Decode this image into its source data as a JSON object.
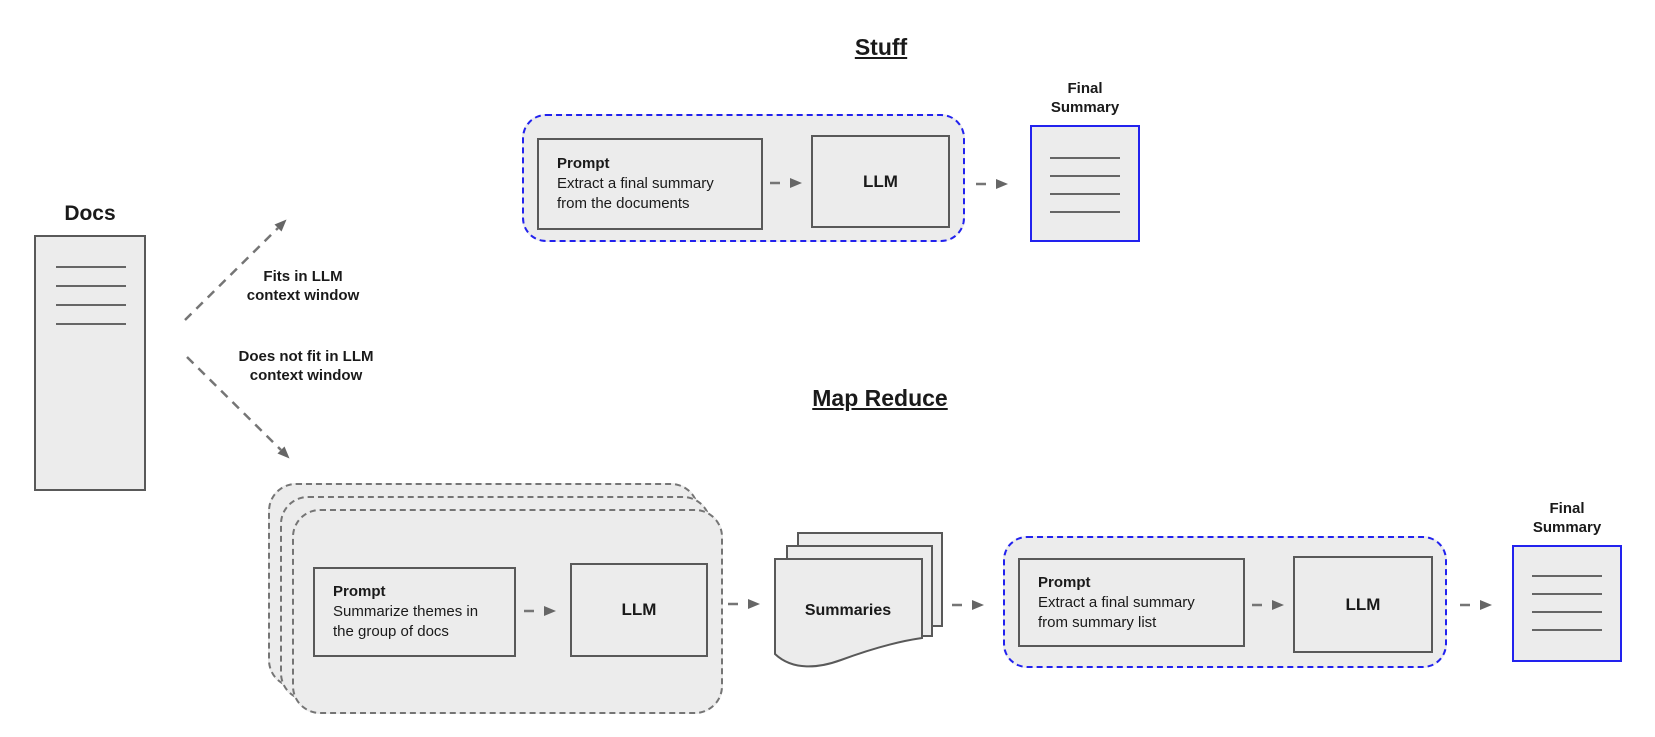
{
  "docs": {
    "label": "Docs"
  },
  "branch_labels": {
    "fits": "Fits in LLM\ncontext window",
    "does_not_fit": "Does not fit in LLM\ncontext window"
  },
  "stuff": {
    "title": "Stuff",
    "prompt": {
      "title": "Prompt",
      "body": "Extract a final summary\nfrom the documents"
    },
    "llm_label": "LLM",
    "final_summary_label": "Final\nSummary"
  },
  "map_reduce": {
    "title": "Map Reduce",
    "map_prompt": {
      "title": "Prompt",
      "body": "Summarize themes in\nthe group of docs"
    },
    "map_llm_label": "LLM",
    "summaries_label": "Summaries",
    "reduce_prompt": {
      "title": "Prompt",
      "body": "Extract a final summary\nfrom summary list"
    },
    "reduce_llm_label": "LLM",
    "final_summary_label": "Final\nSummary"
  },
  "colors": {
    "accent_blue": "#2222ee",
    "box_border_gray": "#595959",
    "container_dash_gray": "#757575",
    "fill_gray": "#ececec",
    "arrowhead_gray": "#666666"
  }
}
